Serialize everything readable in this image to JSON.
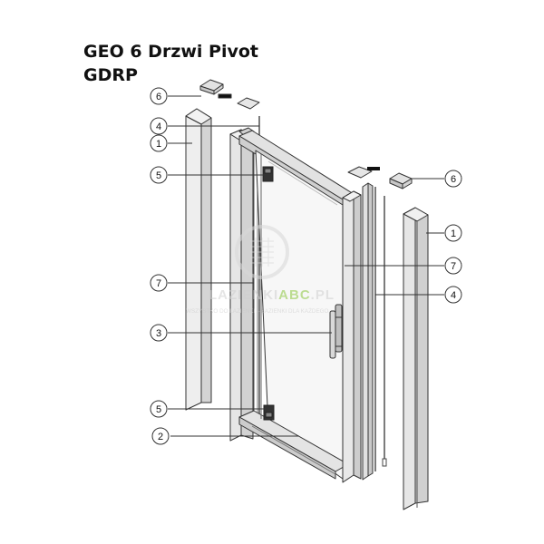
{
  "title": {
    "line1": "GEO 6 Drzwi Pivot",
    "line2": "GDRP"
  },
  "callouts": [
    {
      "id": "c6l",
      "label": "6"
    },
    {
      "id": "c4l",
      "label": "4"
    },
    {
      "id": "c1l",
      "label": "1"
    },
    {
      "id": "c5t",
      "label": "5"
    },
    {
      "id": "c7l",
      "label": "7"
    },
    {
      "id": "c3",
      "label": "3"
    },
    {
      "id": "c5b",
      "label": "5"
    },
    {
      "id": "c2",
      "label": "2"
    },
    {
      "id": "c6r",
      "label": "6"
    },
    {
      "id": "c1r",
      "label": "1"
    },
    {
      "id": "c7r",
      "label": "7"
    },
    {
      "id": "c4r",
      "label": "4"
    }
  ],
  "watermark": {
    "brand_left": "LAZIENKI",
    "brand_accent": "ABC",
    "brand_right": ".PL",
    "tagline": "WSZYSTKO DO ŁAZIENKI – ŁAZIENKI DLA KAŻDEGO",
    "accent_color": "#8cc63f"
  },
  "colors": {
    "frame_fill": "#e9e9e9",
    "frame_stroke": "#333333",
    "glass_fill": "#f7f7f7"
  }
}
